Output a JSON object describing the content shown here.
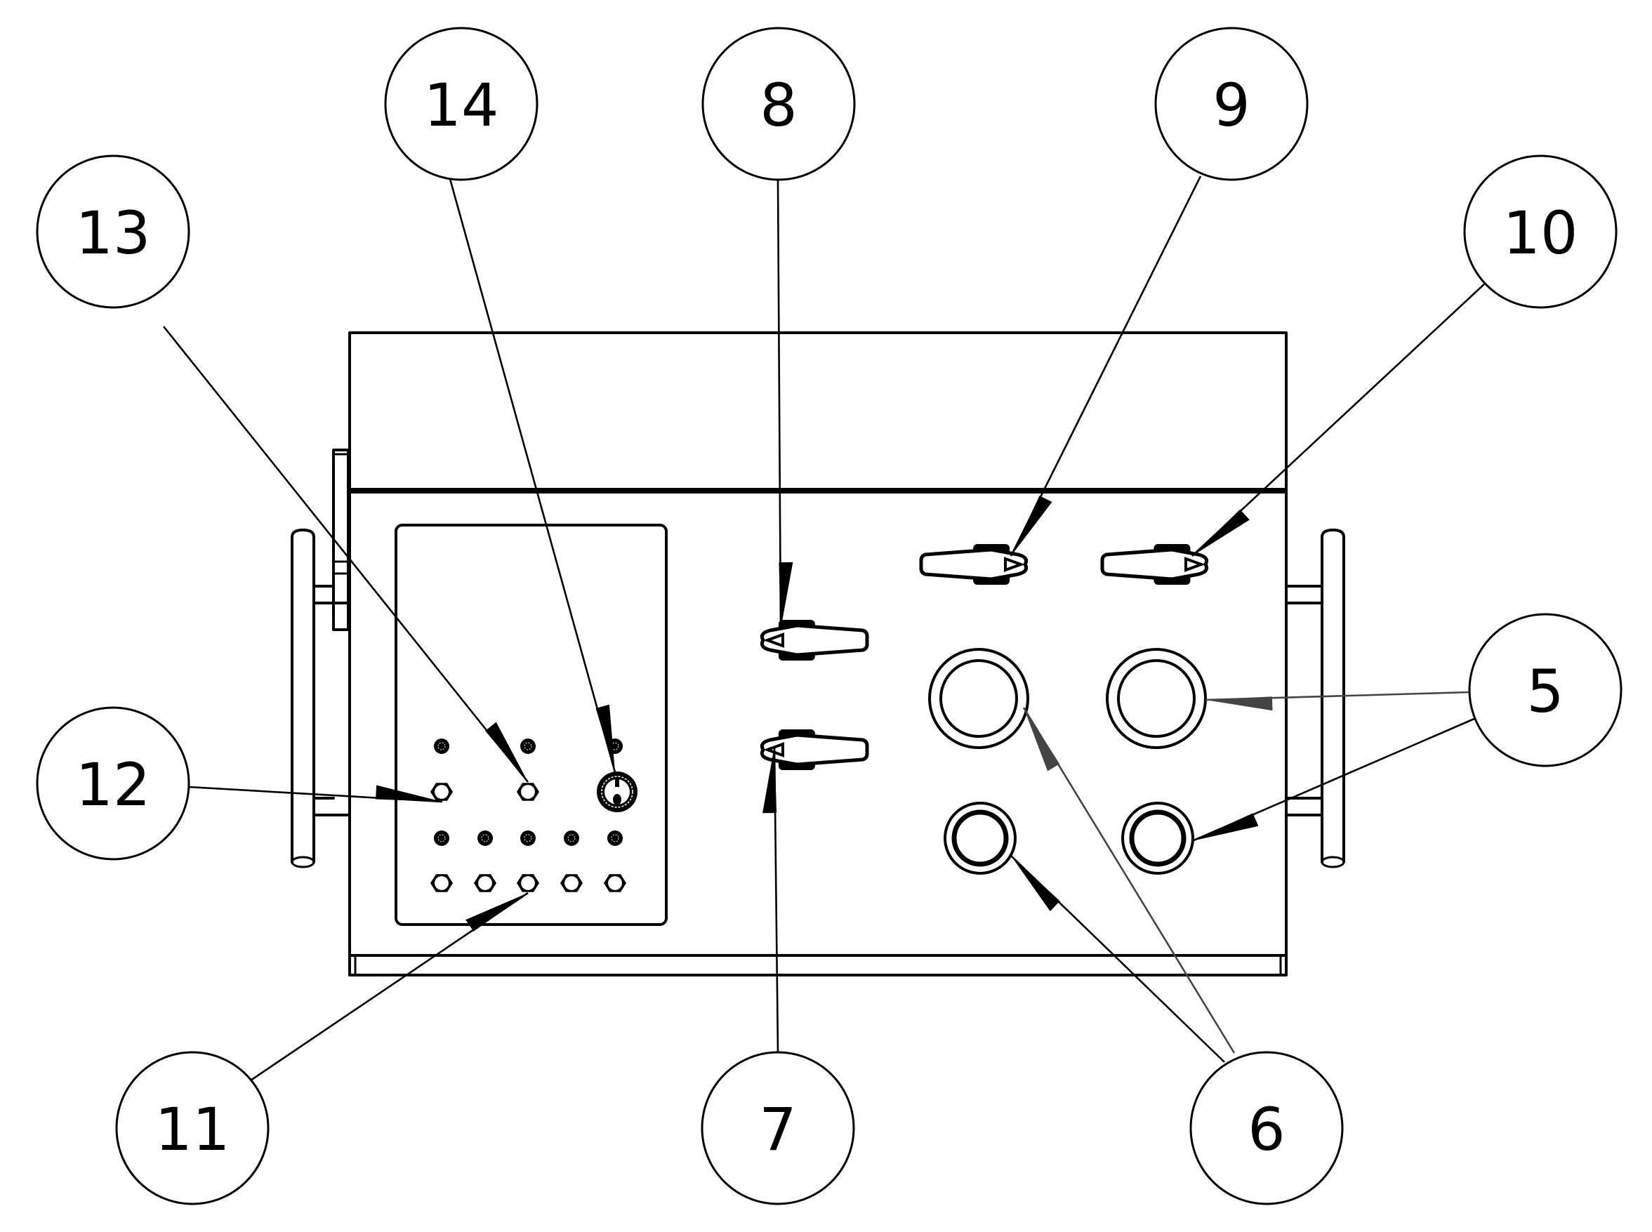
{
  "drawing": {
    "title": "Control enclosure front view with balloon callouts",
    "line_color": "#000000",
    "leader_accent_color": "#444444",
    "background": "#ffffff"
  },
  "callouts": [
    {
      "id": "5",
      "label": "5",
      "targets": [
        "large-ring-right",
        "small-ring-right"
      ],
      "leader_color": "mixed"
    },
    {
      "id": "6",
      "label": "6",
      "targets": [
        "small-ring-left",
        "large-ring-left"
      ],
      "leader_color": "mixed"
    },
    {
      "id": "7",
      "label": "7",
      "targets": [
        "knob-lower-left"
      ]
    },
    {
      "id": "8",
      "label": "8",
      "targets": [
        "knob-upper-left"
      ]
    },
    {
      "id": "9",
      "label": "9",
      "targets": [
        "knob-top-middle"
      ]
    },
    {
      "id": "10",
      "label": "10",
      "targets": [
        "knob-top-right"
      ]
    },
    {
      "id": "11",
      "label": "11",
      "targets": [
        "hex-bottom-row"
      ]
    },
    {
      "id": "12",
      "label": "12",
      "targets": [
        "hex-left"
      ]
    },
    {
      "id": "13",
      "label": "13",
      "targets": [
        "hex-middle"
      ]
    },
    {
      "id": "14",
      "label": "14",
      "targets": [
        "key-switch"
      ]
    }
  ],
  "components": {
    "enclosure": "enclosure-body",
    "control_panel": "control-panel",
    "handles": [
      "handle-left",
      "handle-right"
    ],
    "knobs": [
      "knob-upper-left",
      "knob-lower-left",
      "knob-top-middle",
      "knob-top-right"
    ],
    "rings": [
      "large-ring-left",
      "large-ring-right",
      "small-ring-left",
      "small-ring-right"
    ],
    "panel_rows": {
      "top_dots": 3,
      "hex_row_1": 2,
      "key_switch": 1,
      "middle_dots": 5,
      "hex_bottom_row": 5
    }
  }
}
